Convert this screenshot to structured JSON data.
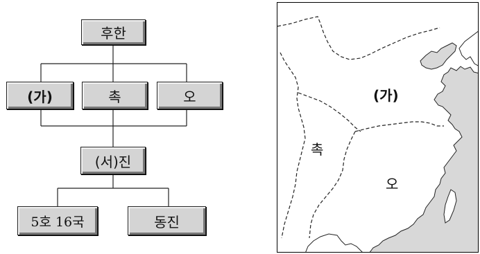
{
  "diagram": {
    "top": "후한",
    "states": [
      "(가)",
      "촉",
      "오"
    ],
    "middle": "(서)진",
    "bottom": [
      "5호 16국",
      "동진"
    ]
  },
  "map": {
    "labels": {
      "ga": "(가)",
      "shu": "촉",
      "wu": "오"
    },
    "sea_color": "#d8d8d8",
    "land_color": "#ffffff"
  }
}
